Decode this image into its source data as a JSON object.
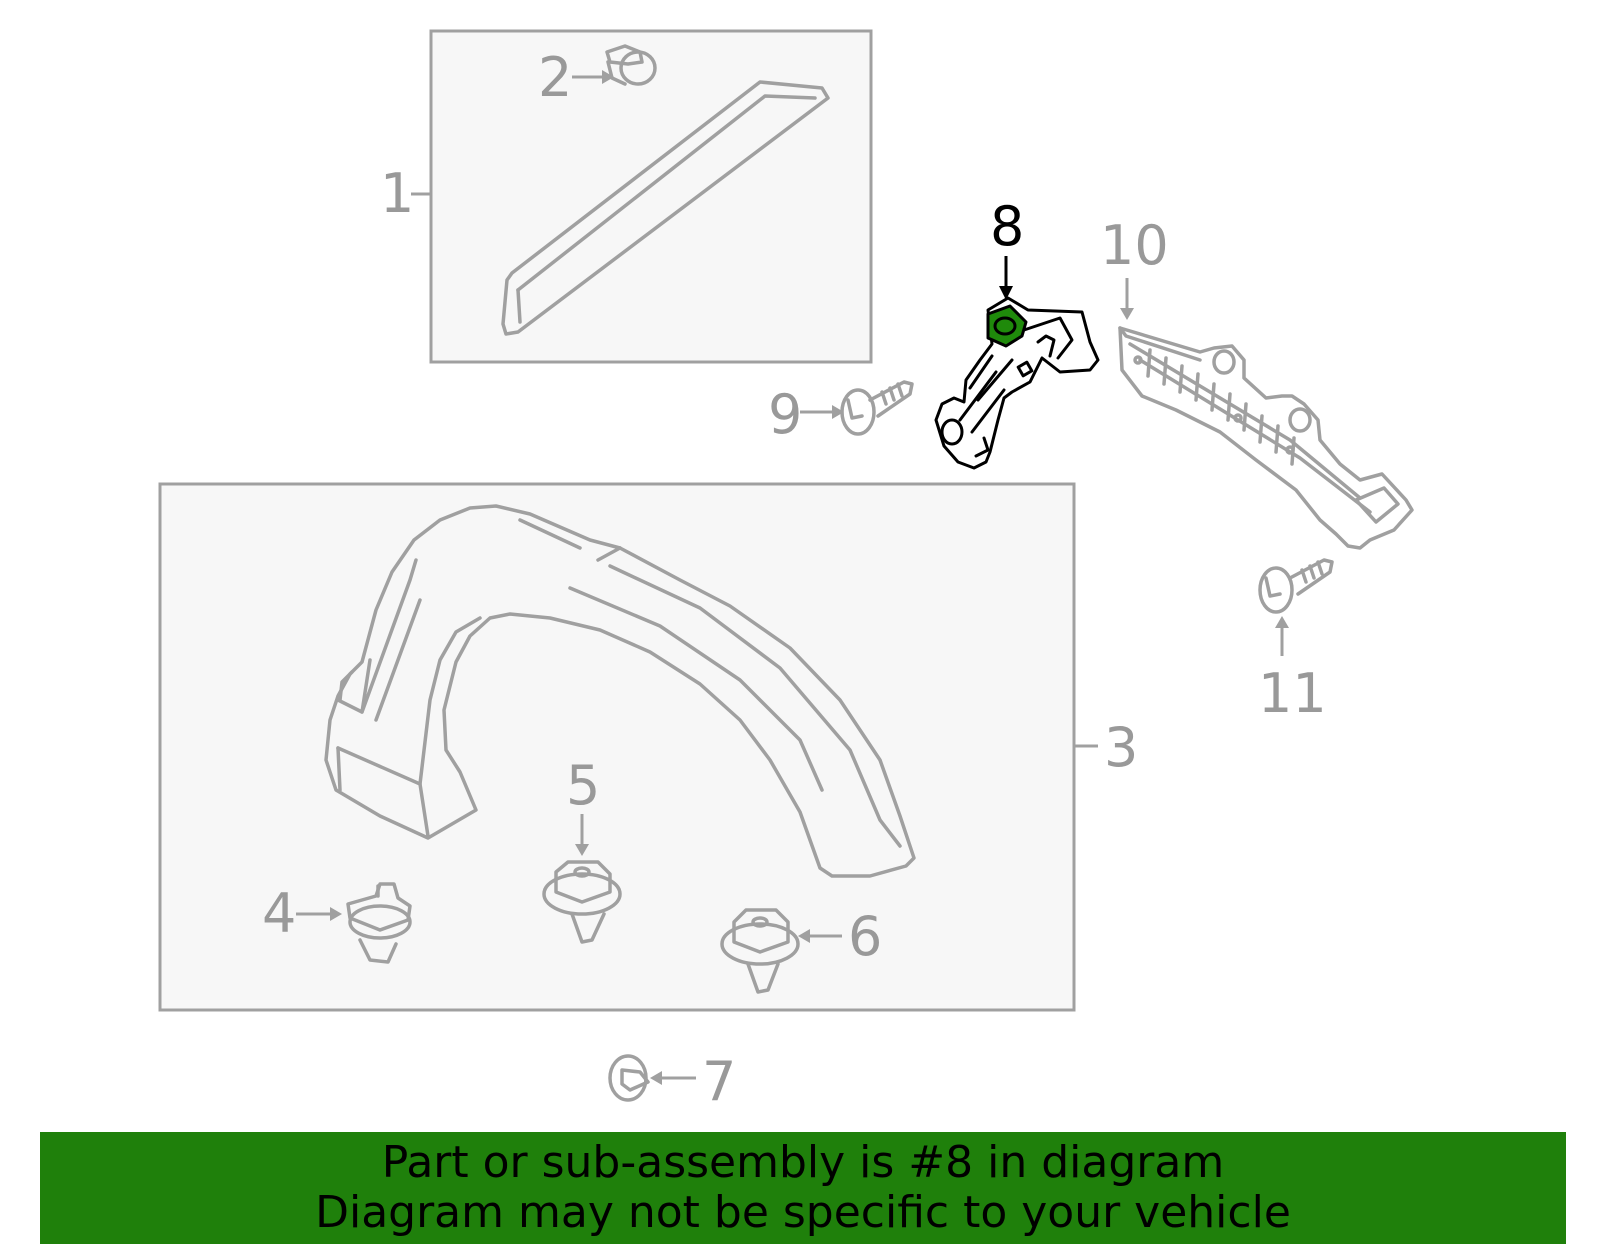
{
  "colors": {
    "part_gray": "#a0a0a0",
    "box_fill": "#f7f7f7",
    "highlight_fill": "#1f8a0b",
    "highlight_stroke": "#000000",
    "banner_bg": "#1f800b",
    "label_gray": "#999999",
    "label_active": "#000000"
  },
  "callouts": [
    {
      "id": "1",
      "label": "1"
    },
    {
      "id": "2",
      "label": "2"
    },
    {
      "id": "3",
      "label": "3"
    },
    {
      "id": "4",
      "label": "4"
    },
    {
      "id": "5",
      "label": "5"
    },
    {
      "id": "6",
      "label": "6"
    },
    {
      "id": "7",
      "label": "7"
    },
    {
      "id": "8",
      "label": "8",
      "highlighted": true
    },
    {
      "id": "9",
      "label": "9"
    },
    {
      "id": "10",
      "label": "10"
    },
    {
      "id": "11",
      "label": "11"
    }
  ],
  "banner": {
    "line1": "Part or sub-assembly is #8 in diagram",
    "line2": "Diagram may not be specific to your vehicle"
  }
}
